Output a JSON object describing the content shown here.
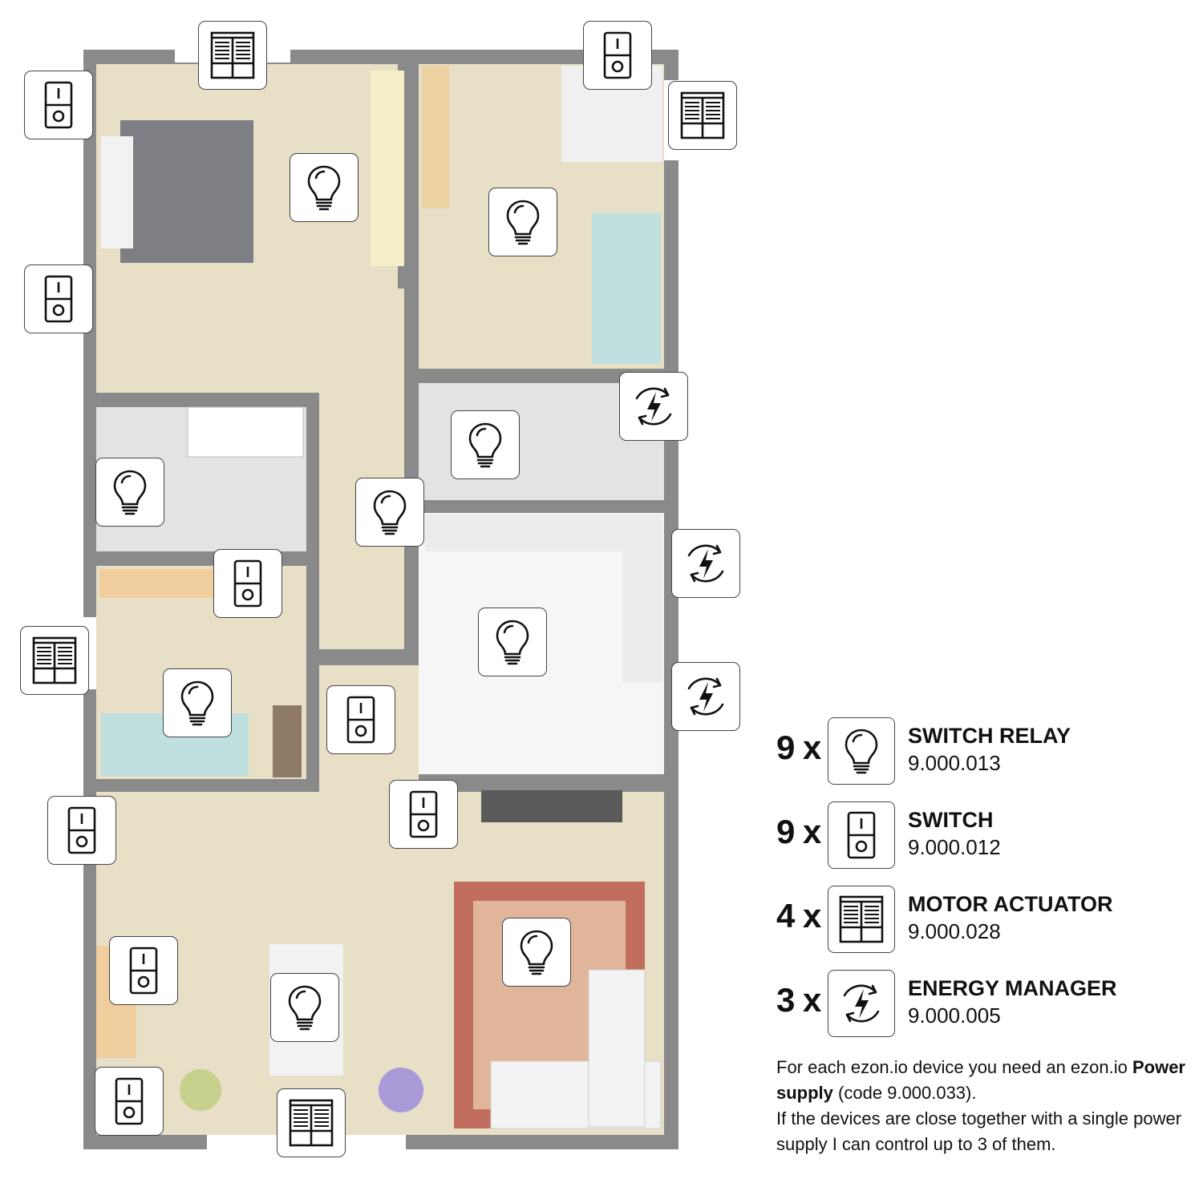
{
  "legend": {
    "items": [
      {
        "count": "9 x",
        "icon": "light-bulb-icon",
        "name": "SWITCH RELAY",
        "code": "9.000.013"
      },
      {
        "count": "9 x",
        "icon": "switch-icon",
        "name": "SWITCH",
        "code": "9.000.012"
      },
      {
        "count": "4 x",
        "icon": "shutter-icon",
        "name": "MOTOR ACTUATOR",
        "code": "9.000.028"
      },
      {
        "count": "3 x",
        "icon": "energy-manager-icon",
        "name": "ENERGY MANAGER",
        "code": "9.000.005"
      }
    ]
  },
  "note": {
    "part1": "For each ezon.io device you need an ezon.io ",
    "bold": "Power supply",
    "part2": " (code 9.000.033).",
    "line2": "If the devices are close together with a single power supply I can control up to 3 of them."
  },
  "plan_devices": [
    {
      "type": "switch"
    },
    {
      "type": "shutter"
    },
    {
      "type": "switch"
    },
    {
      "type": "shutter"
    },
    {
      "type": "bulb"
    },
    {
      "type": "bulb"
    },
    {
      "type": "switch"
    },
    {
      "type": "energy"
    },
    {
      "type": "bulb"
    },
    {
      "type": "bulb"
    },
    {
      "type": "bulb"
    },
    {
      "type": "energy"
    },
    {
      "type": "switch"
    },
    {
      "type": "bulb"
    },
    {
      "type": "shutter"
    },
    {
      "type": "bulb"
    },
    {
      "type": "energy"
    },
    {
      "type": "switch"
    },
    {
      "type": "switch"
    },
    {
      "type": "switch"
    },
    {
      "type": "bulb"
    },
    {
      "type": "switch"
    },
    {
      "type": "bulb"
    },
    {
      "type": "switch"
    },
    {
      "type": "shutter"
    }
  ],
  "colors": {
    "wall": "#8a8a8a",
    "floor": "#e7dfc6",
    "tile": "#e2e3e3",
    "icon_stroke": "#111111"
  }
}
